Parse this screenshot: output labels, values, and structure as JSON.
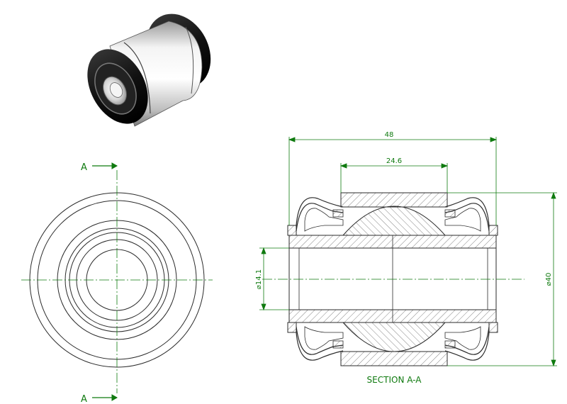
{
  "drawing": {
    "front_view": {
      "cut_label_top": "A",
      "cut_label_bottom": "A"
    },
    "section_view": {
      "title": "SECTION A-A",
      "dim_overall_length": "48",
      "dim_inner_length": "24.6",
      "dim_bore_dia": "⌀14.1",
      "dim_outer_dia": "⌀40"
    }
  },
  "colors": {
    "line": "#2b2b2b",
    "dimension": "#0f7a0f",
    "centerline": "#0f7a0f",
    "hatch": "#555555",
    "rubber": "#161616",
    "metal_light": "#f2f2f2",
    "metal_mid": "#b9b9b9"
  }
}
